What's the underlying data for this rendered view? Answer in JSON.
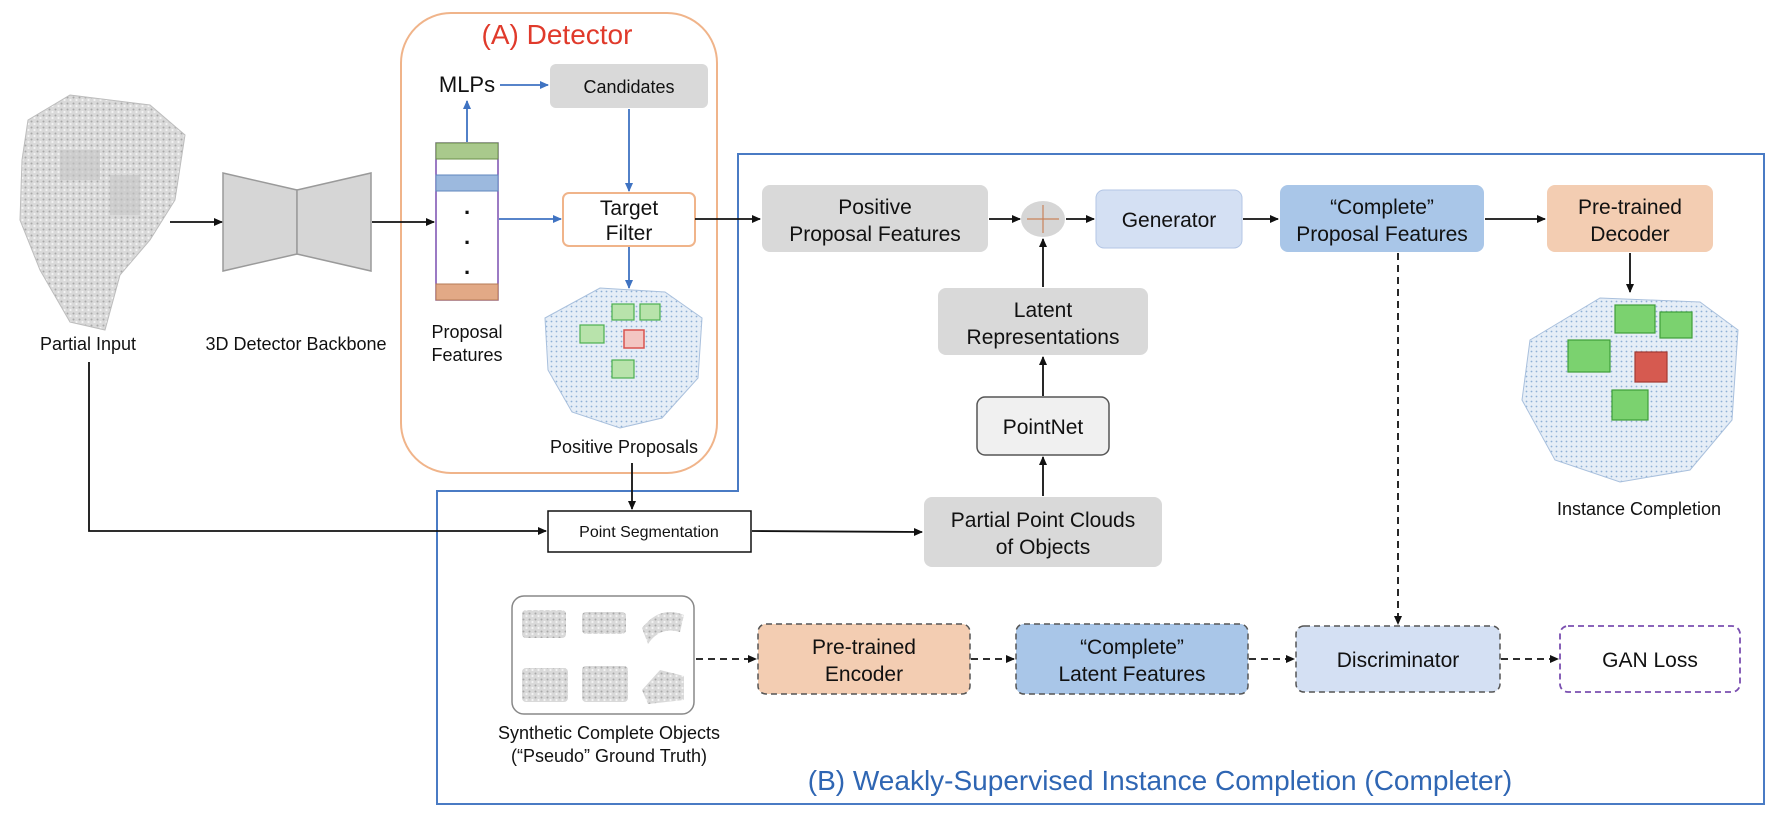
{
  "detector": {
    "title": "(A) Detector",
    "mlps": "MLPs",
    "candidates": "Candidates",
    "target_filter": [
      "Target",
      "Filter"
    ],
    "proposal_features": [
      "Proposal",
      "Features"
    ],
    "positive_proposals": "Positive Proposals",
    "dots": ".",
    "colors": {
      "frame": "#f0b48a",
      "title": "#e03a2b",
      "blue_arrow": "#3f73c2"
    }
  },
  "left": {
    "partial_input": "Partial Input",
    "backbone": "3D Detector Backbone",
    "point_segmentation": "Point Segmentation"
  },
  "completer": {
    "title": "(B) Weakly-Supervised Instance Completion (Completer)",
    "positive_proposal_features": [
      "Positive",
      "Proposal Features"
    ],
    "generator": "Generator",
    "complete_proposal_features": [
      "“Complete”",
      "Proposal Features"
    ],
    "pretrained_decoder": [
      "Pre-trained",
      "Decoder"
    ],
    "latent_representations": [
      "Latent",
      "Representations"
    ],
    "pointnet": "PointNet",
    "partial_point_clouds": [
      "Partial Point Clouds",
      "of Objects"
    ],
    "instance_completion": "Instance Completion",
    "synthetic_objects": [
      "Synthetic Complete Objects",
      "(“Pseudo” Ground Truth)"
    ],
    "pretrained_encoder": [
      "Pre-trained",
      "Encoder"
    ],
    "complete_latent_features": [
      "“Complete”",
      "Latent Features"
    ],
    "discriminator": "Discriminator",
    "gan_loss": "GAN Loss",
    "colors": {
      "frame": "#4a7bc4",
      "title": "#2f66b3",
      "purple": "#7a4fb0"
    }
  }
}
